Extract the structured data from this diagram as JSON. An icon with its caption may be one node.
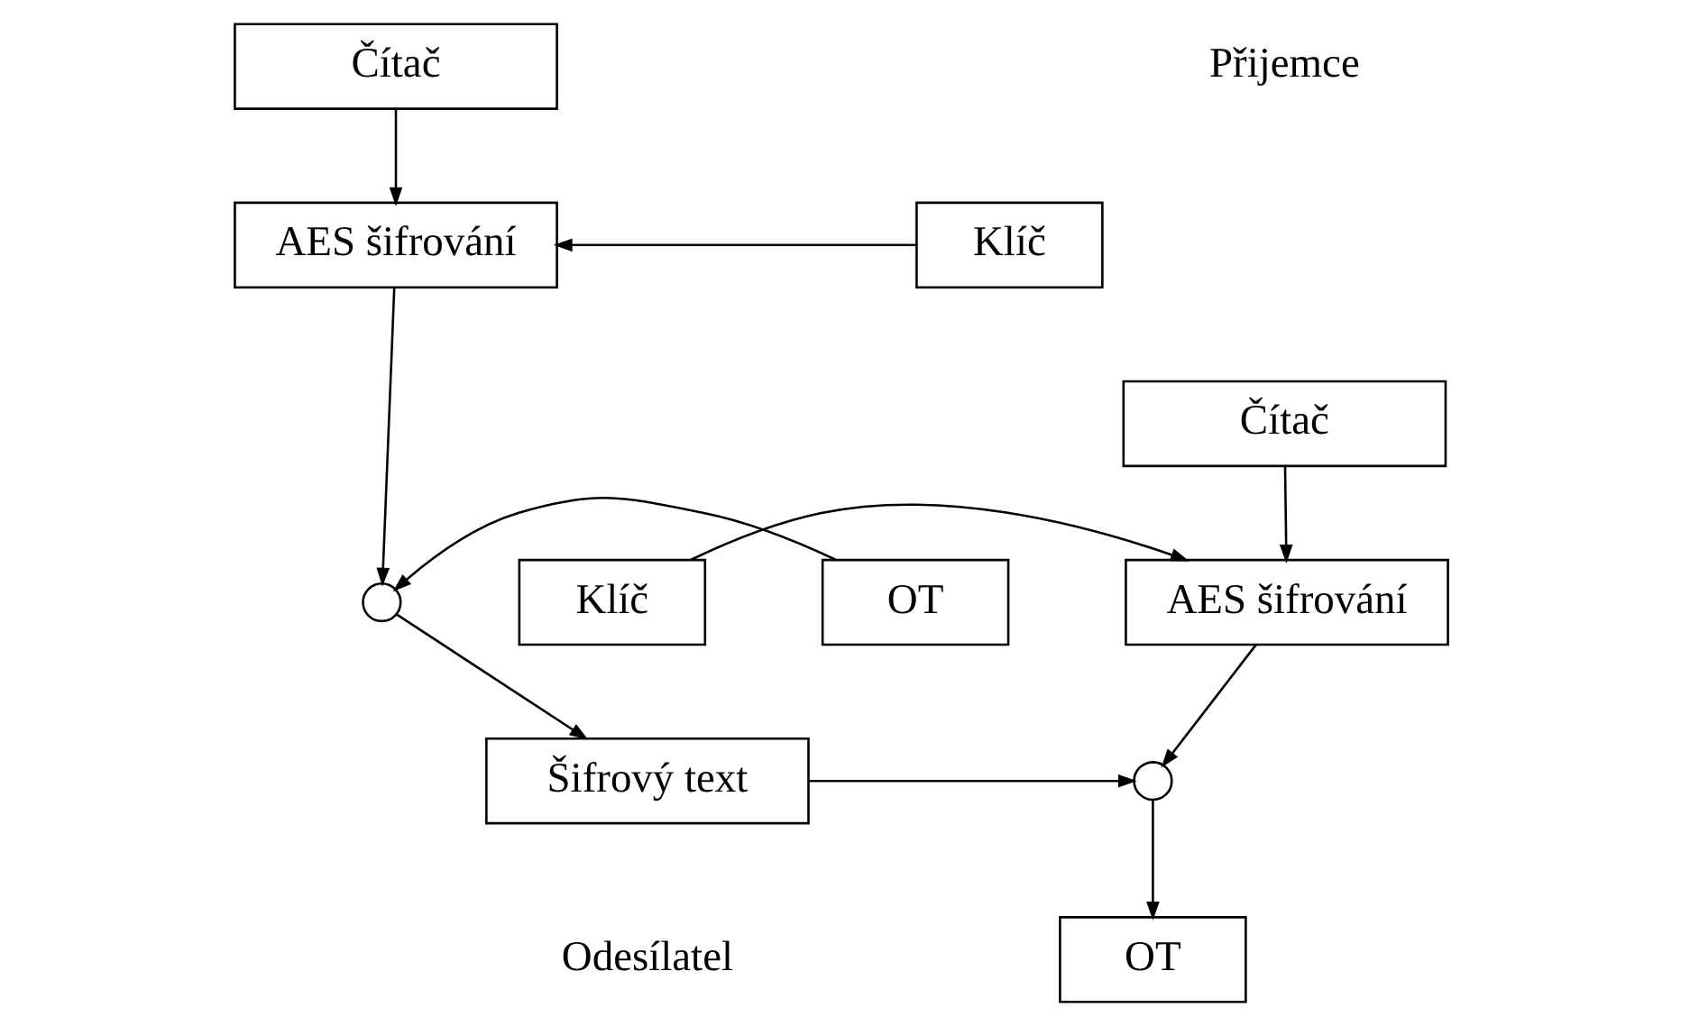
{
  "diagram": {
    "nodes": [
      {
        "text": [
          "Čítač"
        ]
      },
      {
        "text": [
          "Klíč"
        ]
      },
      {
        "text": [
          "AES šifrování"
        ]
      },
      {
        "text": [
          "OT"
        ]
      },
      {
        "text": [],
        "shape": "circle"
      },
      {
        "text": [
          "Šifrový text"
        ]
      },
      {
        "text": [
          "Čítač"
        ]
      },
      {
        "text": [
          "Klíč"
        ]
      },
      {
        "text": [
          "AES šifrování"
        ]
      },
      {
        "text": [],
        "shape": "circle"
      },
      {
        "text": [
          "OT"
        ]
      }
    ],
    "edges": [
      {
        "from": 0,
        "to": 2,
        "arrow": "to"
      },
      {
        "from": 1,
        "to": 2,
        "arrow": "to"
      },
      {
        "from": 2,
        "to": 4,
        "arrow": "to"
      },
      {
        "from": 3,
        "to": 4,
        "arrow": "to"
      },
      {
        "from": 4,
        "to": 5,
        "arrow": "to"
      },
      {
        "from": 5,
        "to": 9,
        "arrow": "to"
      },
      {
        "from": 6,
        "to": 8,
        "arrow": "to"
      },
      {
        "from": 7,
        "to": 8,
        "arrow": "to"
      },
      {
        "from": 8,
        "to": 9,
        "arrow": "to"
      },
      {
        "from": 9,
        "to": 10,
        "arrow": "to"
      }
    ],
    "labels": [
      "Přijemce",
      "Odesílatel"
    ]
  }
}
